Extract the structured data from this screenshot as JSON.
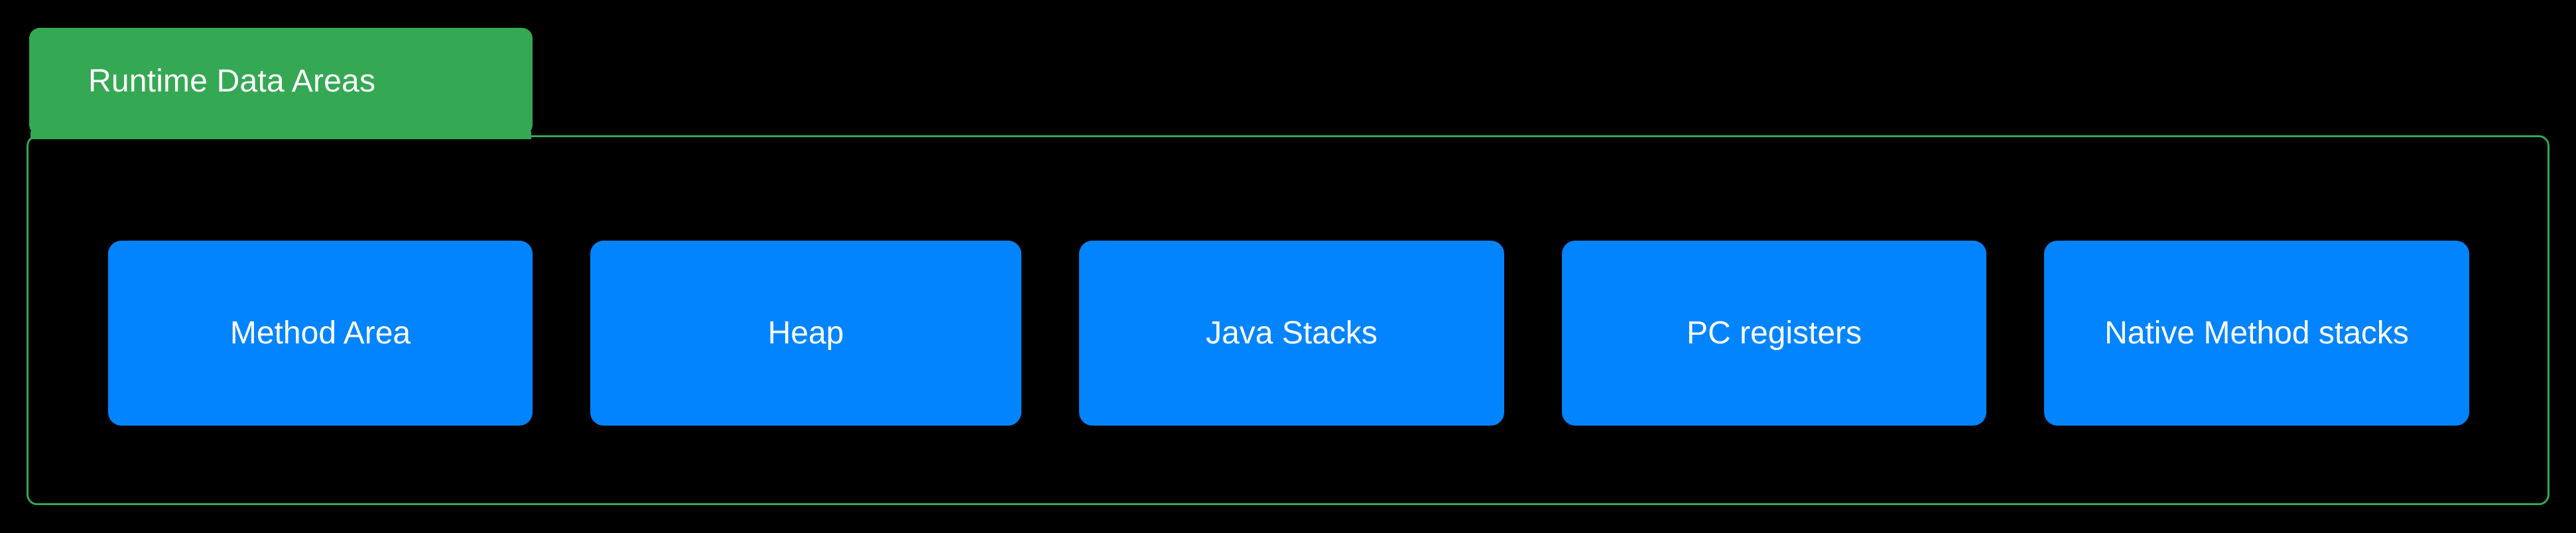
{
  "diagram": {
    "title": "Runtime Data Areas",
    "group": {
      "label": "Runtime Data Areas",
      "label_color": "#FFFFFF",
      "background_color": "#34A853",
      "border_color": "#34A853",
      "container_background": "#000000"
    },
    "canvas": {
      "background_color": "#000000"
    },
    "node_style": {
      "fill_color": "#0284FE",
      "text_color": "#FFFFFF",
      "corner_radius": "20px"
    },
    "nodes": [
      {
        "label": "Method Area"
      },
      {
        "label": "Heap"
      },
      {
        "label": "Java Stacks"
      },
      {
        "label": "PC registers"
      },
      {
        "label": "Native Method stacks"
      }
    ]
  }
}
